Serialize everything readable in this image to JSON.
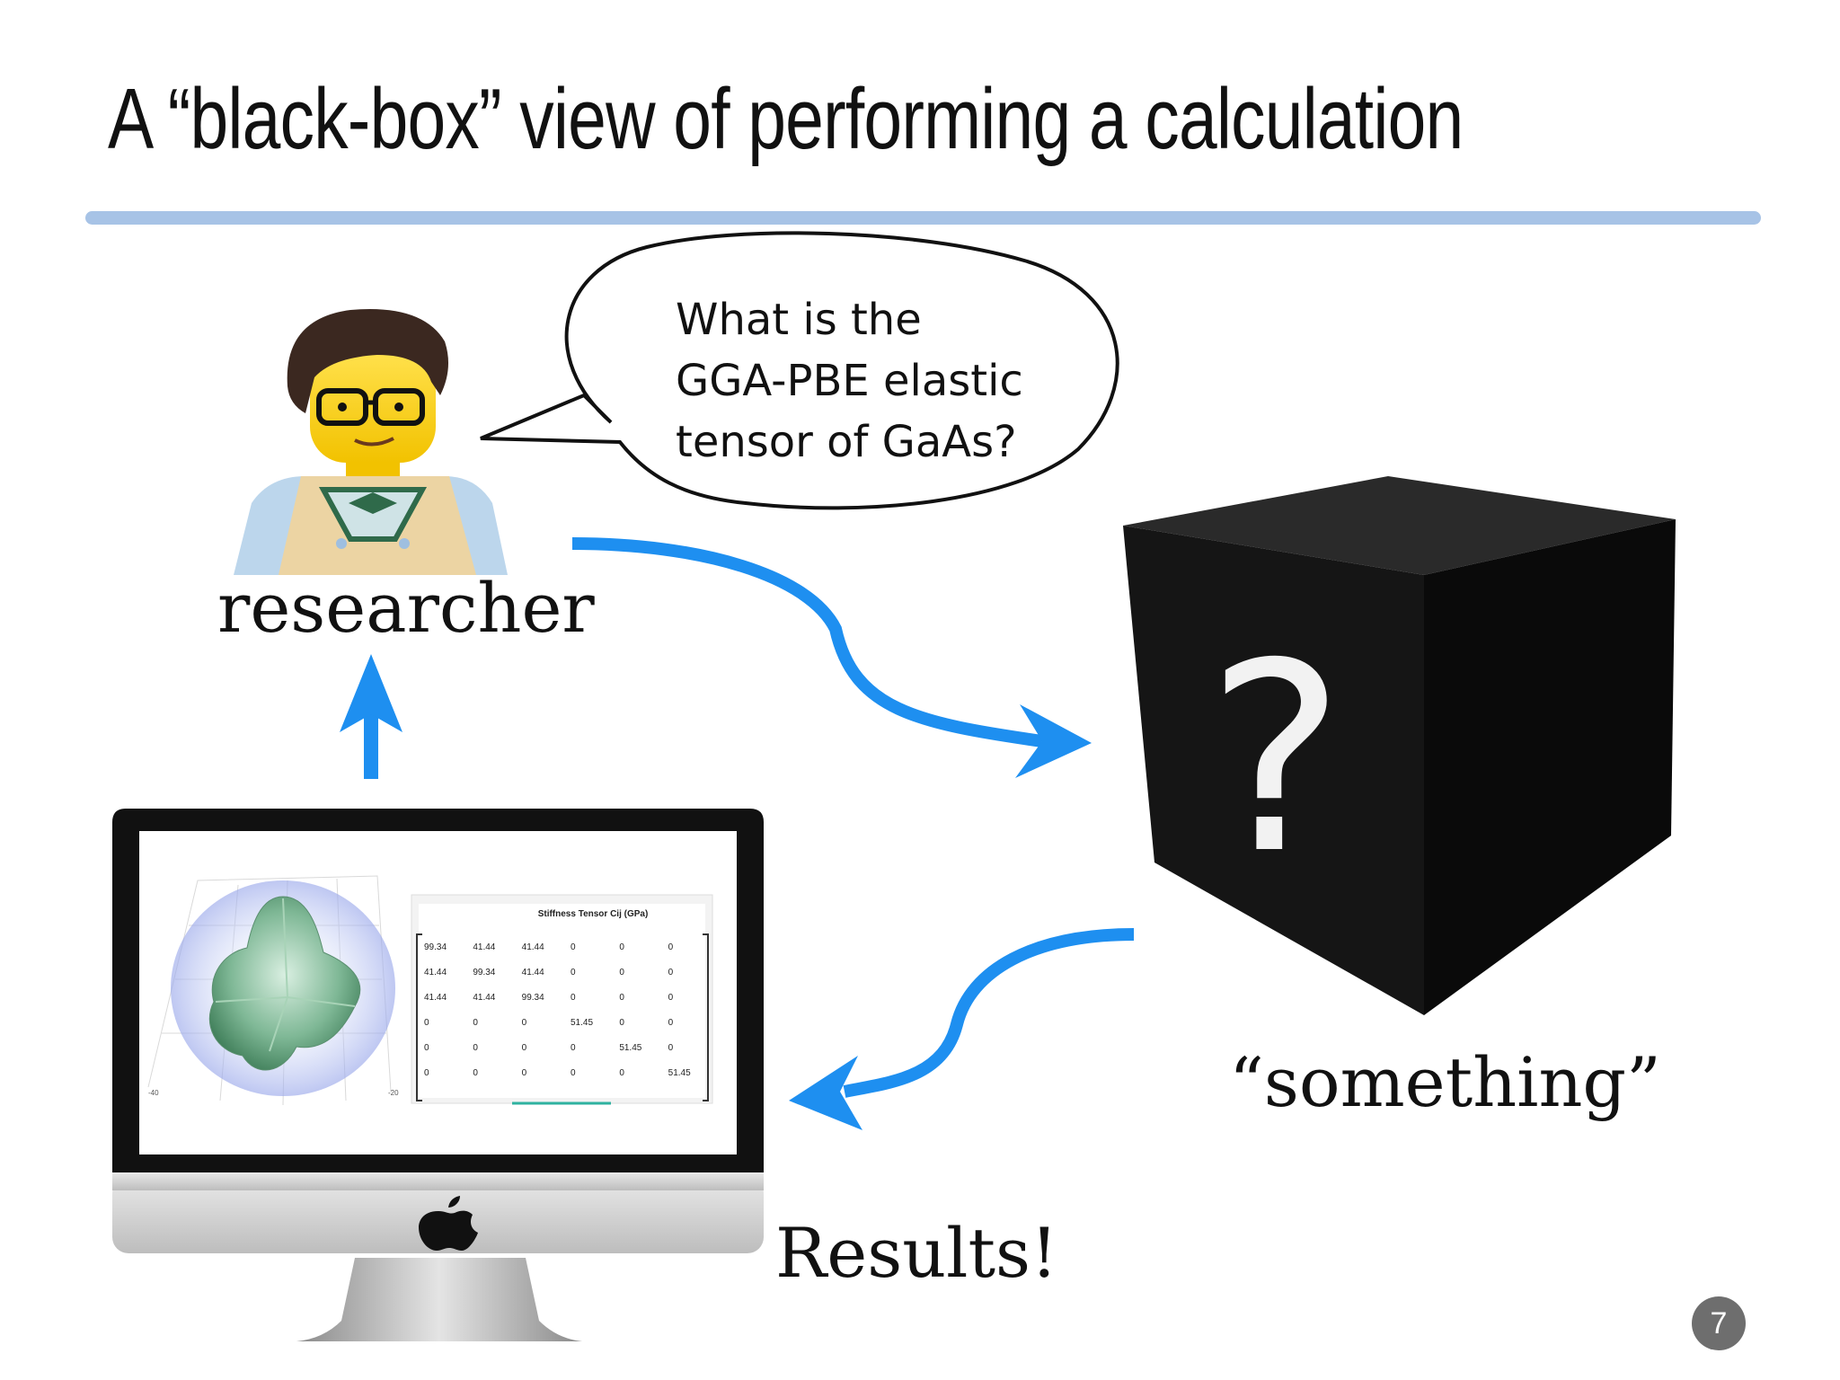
{
  "slide": {
    "title": "A “black-box” view of performing a calculation",
    "page_number": "7"
  },
  "bubble": {
    "lines": [
      "What is the",
      "GGA-PBE elastic",
      "tensor of GaAs?"
    ]
  },
  "labels": {
    "researcher": "researcher",
    "something": "“something”",
    "results": "Results!"
  },
  "black_box": {
    "symbol": "?"
  },
  "monitor": {
    "table_title": "Stiffness Tensor Cij (GPa)",
    "axis_left": "-40",
    "axis_right": "-20",
    "rows": [
      [
        "99.34",
        "41.44",
        "41.44",
        "0",
        "0",
        "0"
      ],
      [
        "41.44",
        "99.34",
        "41.44",
        "0",
        "0",
        "0"
      ],
      [
        "41.44",
        "41.44",
        "99.34",
        "0",
        "0",
        "0"
      ],
      [
        "0",
        "0",
        "0",
        "51.45",
        "0",
        "0"
      ],
      [
        "0",
        "0",
        "0",
        "0",
        "51.45",
        "0"
      ],
      [
        "0",
        "0",
        "0",
        "0",
        "0",
        "51.45"
      ]
    ]
  },
  "colors": {
    "arrow": "#1e8ff0",
    "rule": "#a7c3e6",
    "box": "#141414"
  },
  "icons": [
    "lego-researcher-icon",
    "apple-logo-icon",
    "question-mark-icon"
  ]
}
